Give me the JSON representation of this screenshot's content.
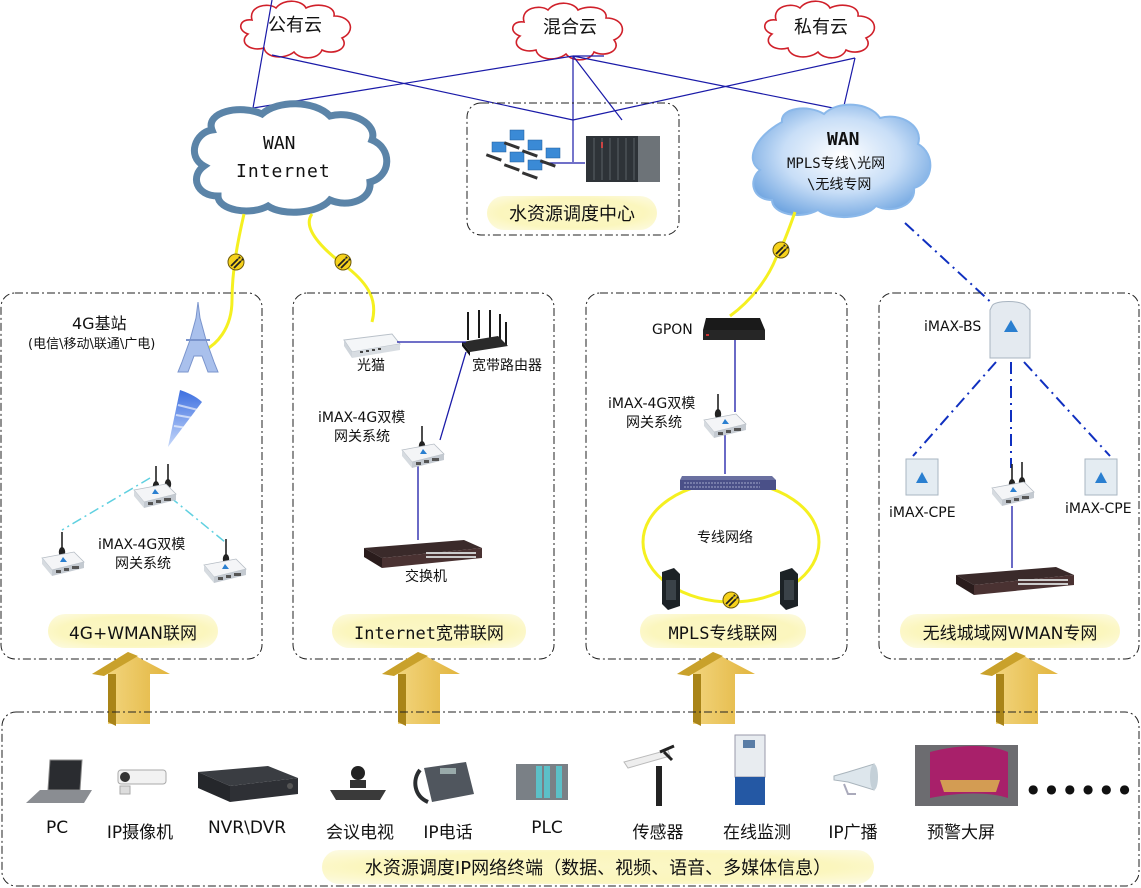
{
  "title": "水资源调度IP网络拓扑",
  "clouds": {
    "public": "公有云",
    "hybrid": "混合云",
    "private": "私有云"
  },
  "wan_internet": {
    "line1": "WAN",
    "line2": "Internet"
  },
  "wan_mpls": {
    "line1": "WAN",
    "line2": "MPLS专线\\光网",
    "line3": "\\无线专网"
  },
  "dispatch_center": {
    "label": "水资源调度中心"
  },
  "zones": [
    {
      "id": "4g",
      "label": "4G+WMAN联网",
      "base_station": "4G基站",
      "base_station_sub": "(电信\\移动\\联通\\广电)",
      "gateway": "iMAX-4G双模",
      "gateway2": "网关系统"
    },
    {
      "id": "internet",
      "label": "Internet宽带联网",
      "modem": "光猫",
      "router": "宽带路由器",
      "gateway": "iMAX-4G双模",
      "gateway2": "网关系统",
      "switch": "交换机"
    },
    {
      "id": "mpls",
      "label": "MPLS专线联网",
      "gpon": "GPON",
      "gateway": "iMAX-4G双模",
      "gateway2": "网关系统",
      "ring": "专线网络"
    },
    {
      "id": "wman",
      "label": "无线城域网WMAN专网",
      "bs": "iMAX-BS",
      "cpe_left": "iMAX-CPE",
      "cpe_right": "iMAX-CPE"
    }
  ],
  "terminals": {
    "items": [
      {
        "label": "PC",
        "icon": "laptop-icon"
      },
      {
        "label": "IP摄像机",
        "icon": "ip-camera-icon"
      },
      {
        "label": "NVR\\DVR",
        "icon": "nvr-icon"
      },
      {
        "label": "会议电视",
        "icon": "video-conference-icon"
      },
      {
        "label": "IP电话",
        "icon": "ip-phone-icon"
      },
      {
        "label": "PLC",
        "icon": "plc-icon"
      },
      {
        "label": "传感器",
        "icon": "sensor-icon"
      },
      {
        "label": "在线监测",
        "icon": "online-monitor-icon"
      },
      {
        "label": "IP广播",
        "icon": "ip-broadcast-icon"
      },
      {
        "label": "预警大屏",
        "icon": "warning-screen-icon"
      }
    ],
    "ellipsis": "● ● ● ● ● ●",
    "caption": "水资源调度IP网络终端（数据、视频、语音、多媒体信息）"
  },
  "colors": {
    "link_blue": "#1a1aa8",
    "fiber_yellow": "#f5f020",
    "cloud_red": "#d0202a",
    "internet_cloud": "#5b84a8",
    "mpls_cloud": "#7fb0e6",
    "wireless_link": "#1030c0",
    "mesh_link": "#5fd0e0",
    "label_bg": "#fbf6bd",
    "arrow_gold": "#e8c55a"
  }
}
